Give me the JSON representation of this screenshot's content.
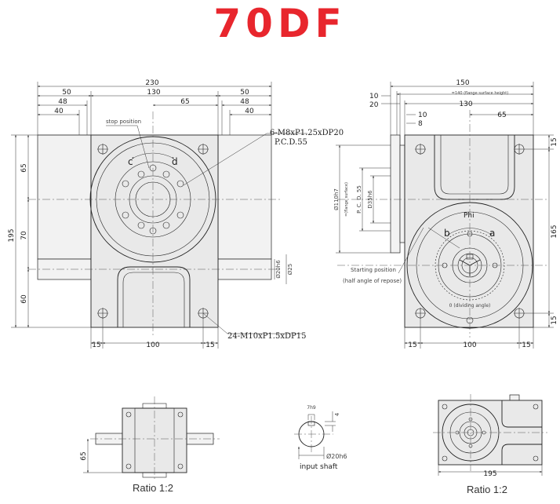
{
  "title": "70DF",
  "colors": {
    "title": "#e8262d",
    "body_fill": "#e9e9e9",
    "line": "#222222"
  },
  "front_view": {
    "dims_top": {
      "overall": "230",
      "inner": "130",
      "left_50": "50",
      "left_48": "48",
      "left_40": "40",
      "right_50": "50",
      "right_48": "48",
      "right_40": "40",
      "right_65": "65"
    },
    "dims_left": {
      "overall": "195",
      "upper": "65",
      "middle": "70",
      "lower": "60"
    },
    "dims_bottom": {
      "left": "15",
      "middle": "100",
      "right": "15"
    },
    "stop_position": "stop position",
    "arrow_c": "c",
    "arrow_d": "d",
    "callout_m8": "6-M8xP1.25xDP20",
    "callout_pcd": "P.C.D.55",
    "callout_m10": "24-M10xP1.5xDP15",
    "shaft_d20": "Ø20h6",
    "shaft_d25": "Ø25"
  },
  "side_view": {
    "dims_top": {
      "overall": "150",
      "flange_note": "=140 (flange surface height)",
      "inner": "130",
      "right_65": "65",
      "d10_left": "10",
      "d20": "20",
      "d10": "10",
      "d8": "8"
    },
    "dims_right": {
      "upper": "15",
      "middle": "165",
      "lower": "15"
    },
    "dims_bottom": {
      "left": "15",
      "middle": "100",
      "right": "15"
    },
    "vertical_labels": {
      "d110": "Ø110h7",
      "flange_surface": "=(flange surface)",
      "pcd": "P. C. D. 55",
      "d35": "D35h6"
    },
    "phi": "Phi",
    "arrow_a": "a",
    "arrow_b": "b",
    "dividing_angle": "0 (dividing angle)",
    "starting_position": "Starting position",
    "half_angle": "(half angle of repose)"
  },
  "bottom_left": {
    "dim_65": "65",
    "caption": "Ratio 1:2"
  },
  "input_shaft": {
    "dim_7": "7h9",
    "dim_4": "4",
    "dim_d20": "Ø20h6",
    "caption": "input shaft"
  },
  "bottom_right": {
    "dim_195": "195",
    "caption": "Ratio 1:2"
  }
}
